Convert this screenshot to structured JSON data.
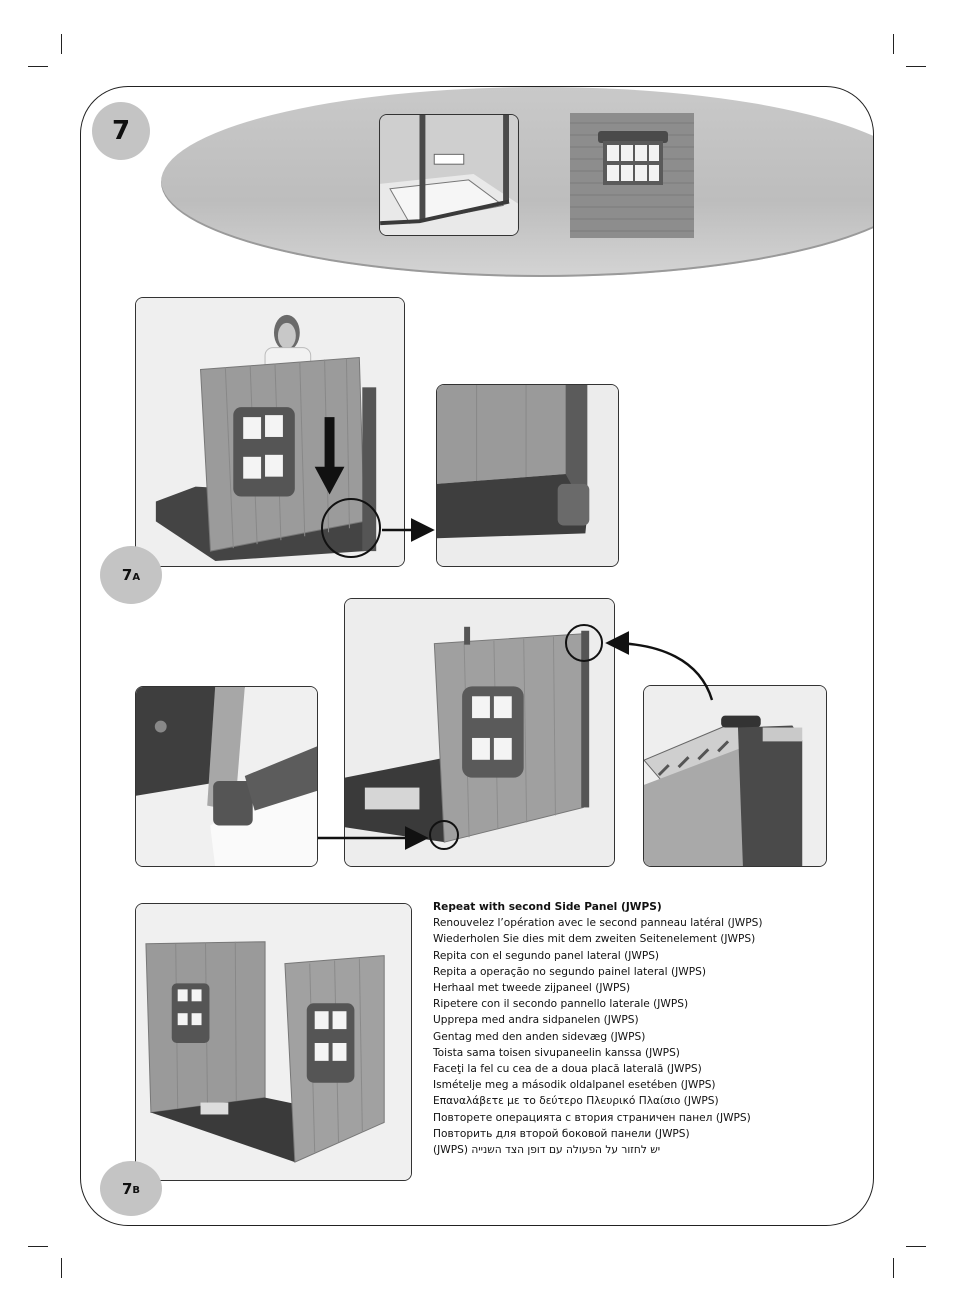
{
  "page": {
    "step_number": "7",
    "sub_steps": [
      {
        "label": "7",
        "suffix": "A"
      },
      {
        "label": "7",
        "suffix": "B"
      }
    ]
  },
  "instructions": [
    "Repeat with second Side Panel (JWPS)",
    "Renouvelez l’opération avec le second panneau latéral (JWPS)",
    "Wiederholen Sie dies mit dem zweiten Seitenelement (JWPS)",
    "Repita con el segundo panel lateral (JWPS)",
    "Repita a operação no segundo painel lateral (JWPS)",
    "Herhaal met tweede zijpaneel (JWPS)",
    "Ripetere con il secondo pannello laterale (JWPS)",
    "Upprepa med andra sidpanelen (JWPS)",
    "Gentag med den anden sidevæg (JWPS)",
    "Toista sama toisen sivupaneelin kanssa (JWPS)",
    "Faceţi la fel cu cea de a doua placă laterală (JWPS)",
    "Ismételje meg a második oldalpanel esetében (JWPS)",
    "Επαναλάβετε με το δεύτερο Πλευρικό Πλαίσιο (JWPS)",
    "Повторете операцията с втория страничен панел (JWPS)",
    "Повторить для второй боковой панели (JWPS)",
    "יש לחזור על הפעולה עם דופן הצד השנייה (JWPS)"
  ],
  "colors": {
    "badge": "#c4c4c4",
    "header_band": "#c6c6c6",
    "frame": "#222222"
  }
}
